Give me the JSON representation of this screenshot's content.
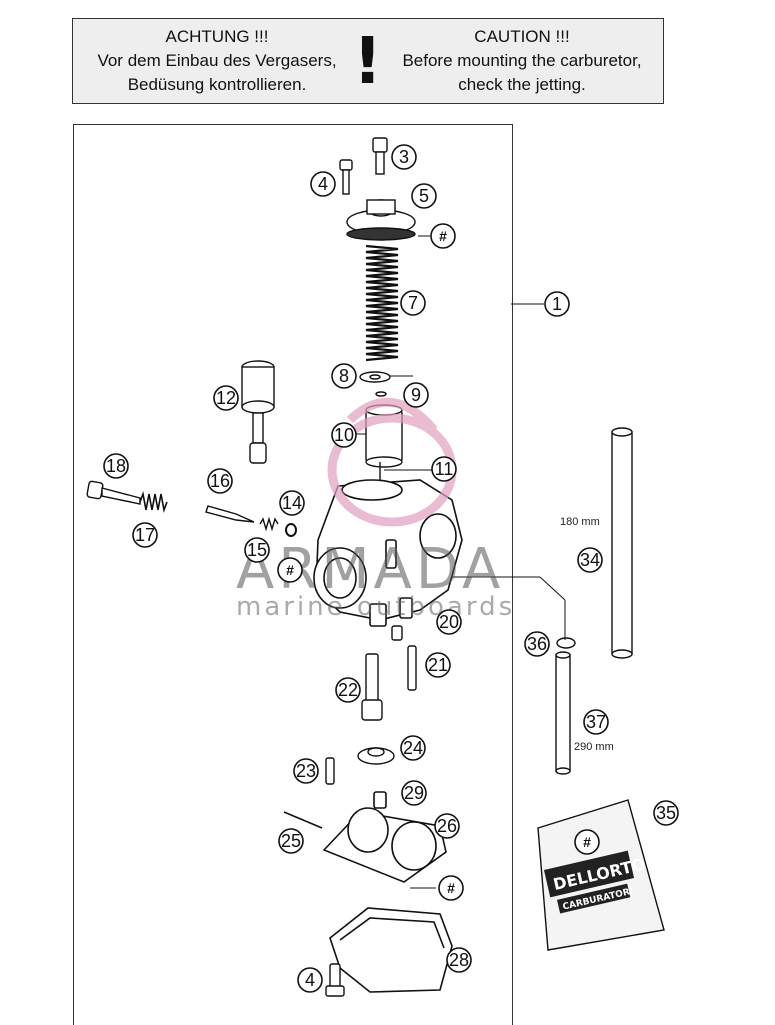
{
  "caution": {
    "german": [
      "ACHTUNG !!!",
      "Vor dem Einbau des Vergasers,",
      "Bedüsung kontrollieren."
    ],
    "mark": "!",
    "english": [
      "CAUTION !!!",
      "Before mounting the carburetor,",
      "check the jetting."
    ]
  },
  "callouts": {
    "c1": "1",
    "c3": "3",
    "c4a": "4",
    "c4b": "4",
    "c5": "5",
    "c7": "7",
    "c8": "8",
    "c9": "9",
    "c10": "10",
    "c11": "11",
    "c12": "12",
    "c14": "14",
    "c15": "15",
    "c16": "16",
    "c17": "17",
    "c18": "18",
    "c20": "20",
    "c21": "21",
    "c22": "22",
    "c23": "23",
    "c24": "24",
    "c25": "25",
    "c26": "26",
    "c28": "28",
    "c29": "29",
    "c34": "34",
    "c35": "35",
    "c36": "36",
    "c37": "37",
    "hash": "#"
  },
  "dimensions": {
    "hose_long": "180 mm",
    "hose_short": "290 mm"
  },
  "package": {
    "brand": "DELLORTO",
    "label": "CARBURATORI"
  },
  "watermark": {
    "title": "ARMADA",
    "subtitle": "marine outboards",
    "color": "#e0a0c0"
  }
}
